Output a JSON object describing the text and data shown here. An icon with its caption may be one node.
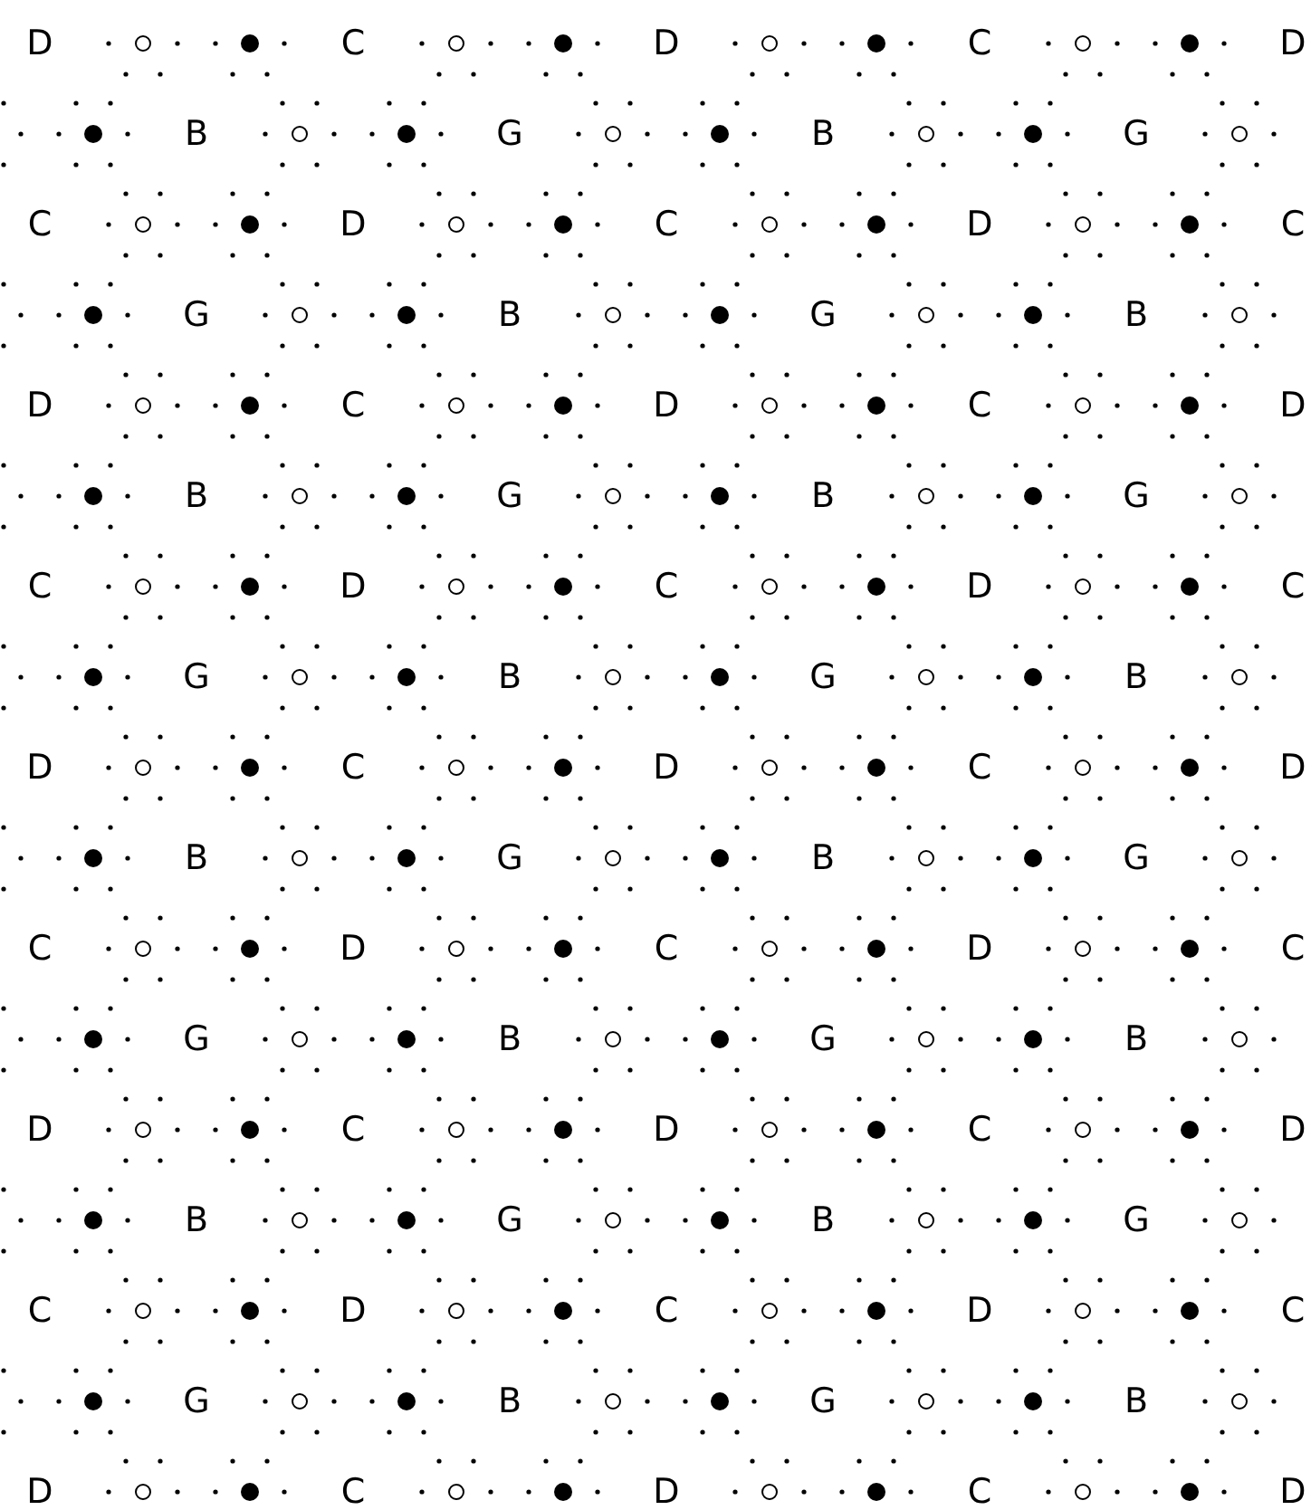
{
  "diagram": {
    "labels": [
      "D",
      "C",
      "D",
      "C",
      "D",
      "B",
      "G",
      "B",
      "G",
      "C",
      "D",
      "C",
      "D",
      "C",
      "G",
      "B",
      "G",
      "B",
      "D",
      "C",
      "D",
      "C",
      "D",
      "B",
      "G",
      "B",
      "G",
      "C",
      "D",
      "C",
      "D",
      "C",
      "G",
      "B",
      "G",
      "B",
      "D",
      "C",
      "D",
      "C",
      "D",
      "B",
      "G",
      "B",
      "G",
      "C",
      "D",
      "C",
      "D",
      "C",
      "G",
      "B",
      "G",
      "B",
      "D",
      "C",
      "D",
      "C",
      "D",
      "B",
      "G",
      "B",
      "G",
      "C",
      "D",
      "C",
      "D",
      "C",
      "G",
      "B",
      "G",
      "B",
      "D",
      "C",
      "D",
      "C",
      "D"
    ]
  }
}
